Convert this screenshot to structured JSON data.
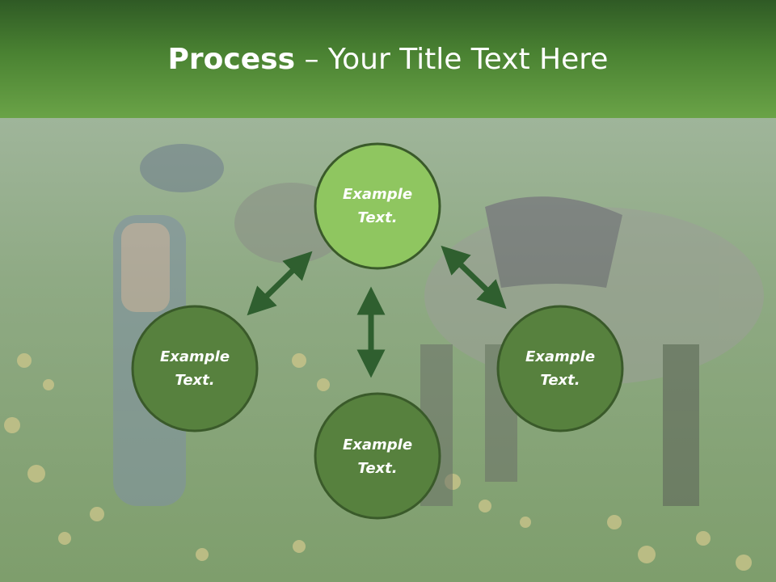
{
  "title": {
    "bold": "Process",
    "rest": " – Your Title Text Here"
  },
  "nodes": [
    {
      "line1": "Example",
      "line2": "Text.",
      "color": "#8fc660"
    },
    {
      "line1": "Example",
      "line2": "Text.",
      "color": "#57813e"
    },
    {
      "line1": "Example",
      "line2": "Text.",
      "color": "#57813e"
    },
    {
      "line1": "Example",
      "line2": "Text.",
      "color": "#57813e"
    }
  ],
  "colors": {
    "header": "#4a8232",
    "arrow": "#2f5f2f",
    "circle_border": "#3a5a2a"
  }
}
